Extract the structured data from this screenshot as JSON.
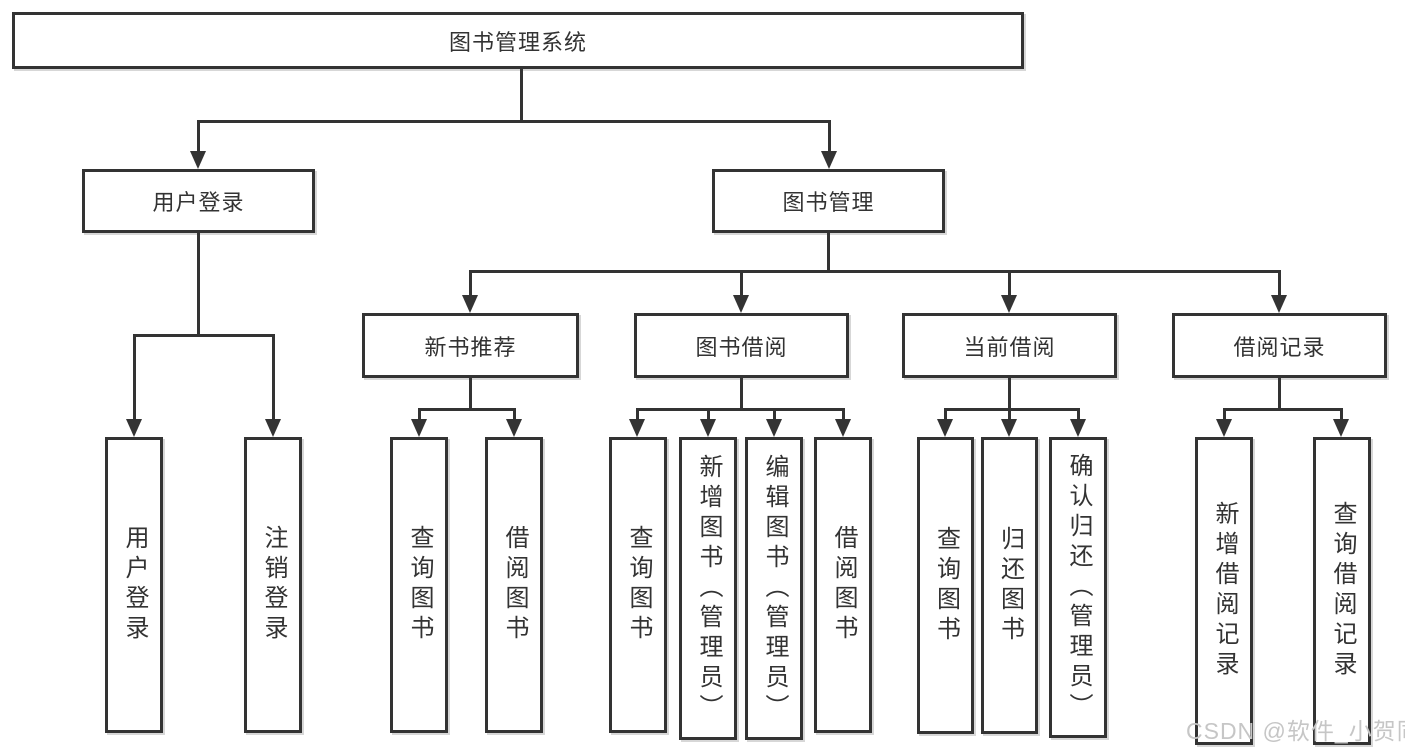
{
  "tree": {
    "label": "图书管理系统",
    "children": [
      {
        "label": "用户登录",
        "children": [
          {
            "label": "用户登录"
          },
          {
            "label": "注销登录"
          }
        ]
      },
      {
        "label": "图书管理",
        "children": [
          {
            "label": "新书推荐",
            "children": [
              {
                "label": "查询图书"
              },
              {
                "label": "借阅图书"
              }
            ]
          },
          {
            "label": "图书借阅",
            "children": [
              {
                "label": "查询图书"
              },
              {
                "label": "新增图书（管理员）"
              },
              {
                "label": "编辑图书（管理员）"
              },
              {
                "label": "借阅图书"
              }
            ]
          },
          {
            "label": "当前借阅",
            "children": [
              {
                "label": "查询图书"
              },
              {
                "label": "归还图书"
              },
              {
                "label": "确认归还（管理员）"
              }
            ]
          },
          {
            "label": "借阅记录",
            "children": [
              {
                "label": "新增借阅记录"
              },
              {
                "label": "查询借阅记录"
              }
            ]
          }
        ]
      }
    ]
  },
  "watermark": {
    "text": "CSDN @软件_小贺同学",
    "color": "#c6c6c6"
  },
  "colors": {
    "line": "#333333",
    "box_border": "#333333",
    "text": "#333333",
    "background": "#ffffff"
  }
}
